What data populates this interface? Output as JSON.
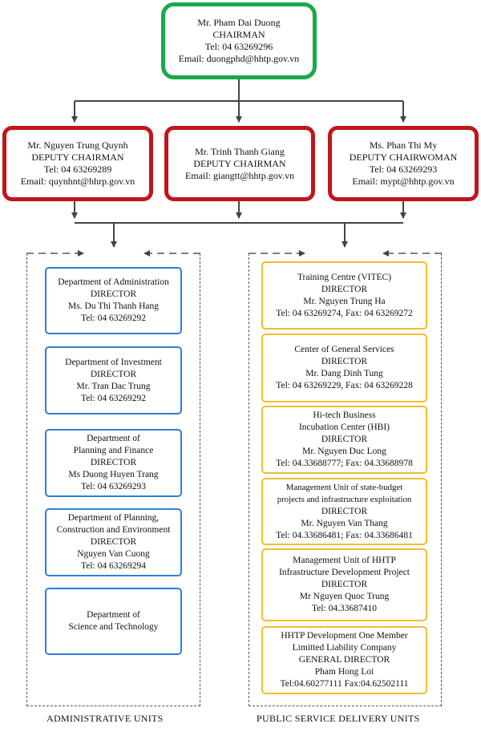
{
  "chairman": {
    "name": "Mr. Pham Dai Duong",
    "title": "CHAIRMAN",
    "tel": "Tel: 04 63269296",
    "email": "Email: duongphd@hhtp.gov.vn"
  },
  "deputies": [
    {
      "name": "Mr. Nguyen Trung Quynh",
      "title": "DEPUTY CHAIRMAN",
      "tel": "Tel: 04 63269289",
      "email": "Email: quynhnt@hhrp.gov.vn"
    },
    {
      "name": "Mr. Trinh Thanh Giang",
      "title": "DEPUTY CHAIRMAN",
      "email": "Email: giangtt@hhtp.gov.vn"
    },
    {
      "name": "Ms. Phan Thi My",
      "title": "DEPUTY CHAIRWOMAN",
      "tel": "Tel: 04 63269293",
      "email": "Email: mypt@hhtp.gov.vn"
    }
  ],
  "administrative_units": {
    "caption": "ADMINISTRATIVE UNITS",
    "items": [
      {
        "lines": [
          "Department of Administration",
          "DIRECTOR",
          "Ms. Du Thi Thanh Hang",
          "Tel: 04 63269292"
        ]
      },
      {
        "lines": [
          "Department of Investment",
          "DIRECTOR",
          "Mr. Tran Dac Trung",
          "Tel: 04 63269292"
        ]
      },
      {
        "lines": [
          "Department of",
          "Planning and Finance",
          "DIRECTOR",
          "Ms Duong Huyen Trang",
          "Tel: 04 63269293"
        ]
      },
      {
        "lines": [
          "Department of Planning,",
          "Construction and Environment",
          "DIRECTOR",
          "Nguyen Van Cuong",
          "Tel: 04 63269294"
        ]
      },
      {
        "lines": [
          "Department of",
          "Science and Technology"
        ]
      }
    ]
  },
  "public_service_units": {
    "caption": "PUBLIC SERVICE DELIVERY UNITS",
    "items": [
      {
        "lines": [
          "Training Centre (VITEC)",
          "DIRECTOR",
          "Mr. Nguyen Trung Ha",
          "Tel: 04 63269274, Fax: 04 63269272"
        ]
      },
      {
        "lines": [
          "Center of General Services",
          "DIRECTOR",
          "Mr. Dang Dinh Tung",
          "Tel: 04 63269229, Fax: 04 63269228"
        ]
      },
      {
        "lines": [
          "Hi-tech Business",
          "Incubation Center (HBI)",
          "DIRECTOR",
          "Mr. Nguyen Duc Long",
          "Tel: 04.33688777;  Fax: 04.33688978"
        ]
      },
      {
        "lines": [
          "Management Unit of state-budget",
          "projects and infrastructure exploitation",
          "DIRECTOR",
          "Mr. Nguyen Van Thang",
          "Tel: 04.33686481; Fax: 04.33686481"
        ]
      },
      {
        "lines": [
          "Management Unit of HHTP",
          "Infrastructure Development Project",
          "DIRECTOR",
          "Mr Nguyen Quoc Trung",
          "Tel: 04.33687410"
        ]
      },
      {
        "lines": [
          "HHTP Development One Member",
          "Limitted Liability Company",
          "GENERAL DIRECTOR",
          "Pham Hong Loi",
          "Tel:04.60277111 Fax:04.62502111"
        ]
      }
    ]
  }
}
